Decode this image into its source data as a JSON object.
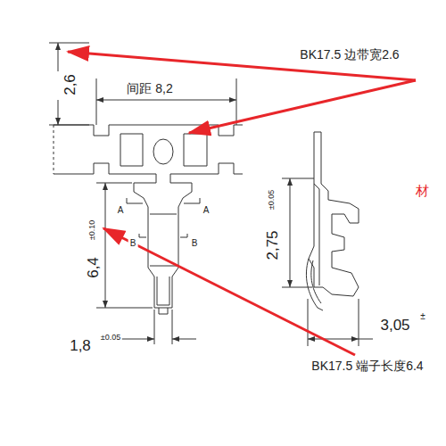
{
  "diagram": {
    "labels": [
      "2,6",
      "间距 8,2",
      "BK17.5 边带宽2.6",
      "6,4",
      "±0.10",
      "A",
      "A",
      "B",
      "B",
      "1,8",
      "±0.05",
      "2,75",
      "±0.05",
      "3,05",
      "±",
      "材",
      "BK17.5 端子长度6.4"
    ]
  }
}
